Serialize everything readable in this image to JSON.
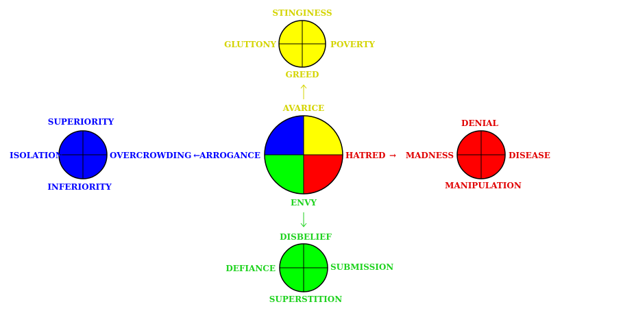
{
  "colors": {
    "blue": "#0000ff",
    "yellow": "#ffff00",
    "yellow_text": "#d4d400",
    "green": "#00ff00",
    "green_text": "#1fd21f",
    "red": "#ff0000",
    "red_text": "#e00000",
    "outline": "#000000"
  },
  "center": {
    "top": "AVARICE",
    "left": "ARROGANCE",
    "right": "HATRED",
    "bottom": "ENVY"
  },
  "top_circle": {
    "top": "STINGINESS",
    "left": "GLUTTONY",
    "right": "POVERTY",
    "bottom": "GREED"
  },
  "left_circle": {
    "top": "SUPERIORITY",
    "left": "ISOLATION",
    "right": "OVERCROWDING",
    "bottom": "INFERIORITY"
  },
  "right_circle": {
    "top": "DENIAL",
    "left": "MADNESS",
    "right": "DISEASE",
    "bottom": "MANIPULATION"
  },
  "bottom_circle": {
    "top": "DISBELIEF",
    "left": "DEFIANCE",
    "right": "SUBMISSION",
    "bottom": "SUPERSTITION"
  },
  "arrows": {
    "right": "→",
    "left": "←"
  }
}
